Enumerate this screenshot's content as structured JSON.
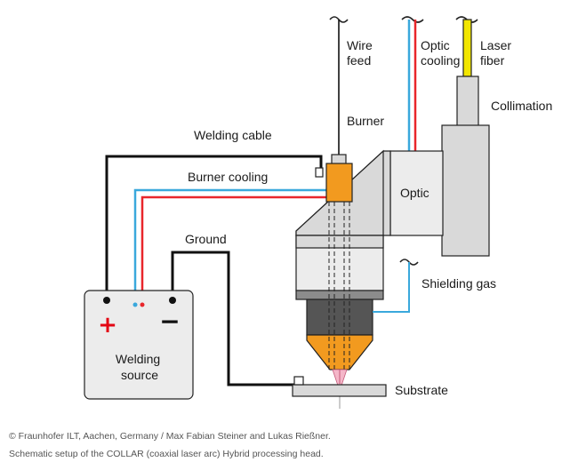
{
  "labels": {
    "wire_feed": [
      "Wire",
      "feed"
    ],
    "optic_cooling": [
      "Optic",
      "cooling"
    ],
    "laser_fiber": [
      "Laser",
      "fiber"
    ],
    "collimation": "Collimation",
    "burner": "Burner",
    "welding_cable": "Welding cable",
    "burner_cooling": "Burner cooling",
    "optic": "Optic",
    "ground": "Ground",
    "shielding_gas": "Shielding gas",
    "welding_source": [
      "Welding",
      "source"
    ],
    "substrate": "Substrate",
    "plus_sign": "+",
    "minus_sign": "−"
  },
  "colors": {
    "cooling_blue": "#3aa8dc",
    "cooling_red": "#e8262b",
    "laser_yellow": "#f2e600",
    "burner_orange": "#f29a1f",
    "laser_beam_pink": "#f4b6c8",
    "body_gray": "#d9d9d9",
    "light_gray": "#ececec",
    "dark_gray": "#555555",
    "polarity_red": "#e30613"
  },
  "footer": {
    "credit": "© Fraunhofer ILT, Aachen, Germany / Max Fabian Steiner and Lukas Rießner.",
    "caption": "Schematic setup of the COLLAR (coaxial laser arc) Hybrid processing head."
  }
}
